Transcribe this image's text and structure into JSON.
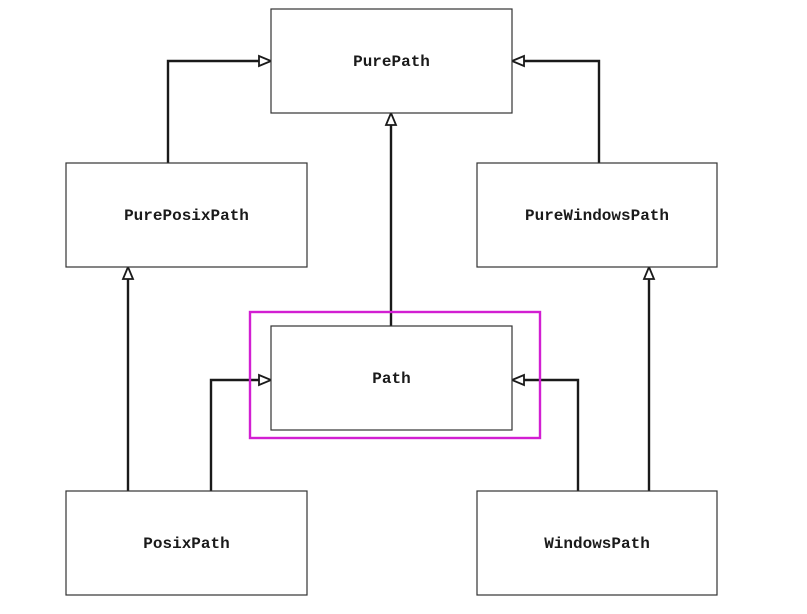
{
  "diagram": {
    "type": "class-inheritance",
    "highlight_color": "#d21fd2",
    "highlighted_node": "path",
    "nodes": [
      {
        "id": "purepath",
        "label": "PurePath"
      },
      {
        "id": "pureposixpath",
        "label": "PurePosixPath"
      },
      {
        "id": "purewindowspath",
        "label": "PureWindowsPath"
      },
      {
        "id": "path",
        "label": "Path"
      },
      {
        "id": "posixpath",
        "label": "PosixPath"
      },
      {
        "id": "windowspath",
        "label": "WindowsPath"
      }
    ],
    "edges": [
      {
        "from": "pureposixpath",
        "to": "purepath",
        "kind": "inherits"
      },
      {
        "from": "path",
        "to": "purepath",
        "kind": "inherits"
      },
      {
        "from": "purewindowspath",
        "to": "purepath",
        "kind": "inherits"
      },
      {
        "from": "posixpath",
        "to": "pureposixpath",
        "kind": "inherits"
      },
      {
        "from": "posixpath",
        "to": "path",
        "kind": "inherits"
      },
      {
        "from": "windowspath",
        "to": "path",
        "kind": "inherits"
      },
      {
        "from": "windowspath",
        "to": "purewindowspath",
        "kind": "inherits"
      }
    ]
  }
}
